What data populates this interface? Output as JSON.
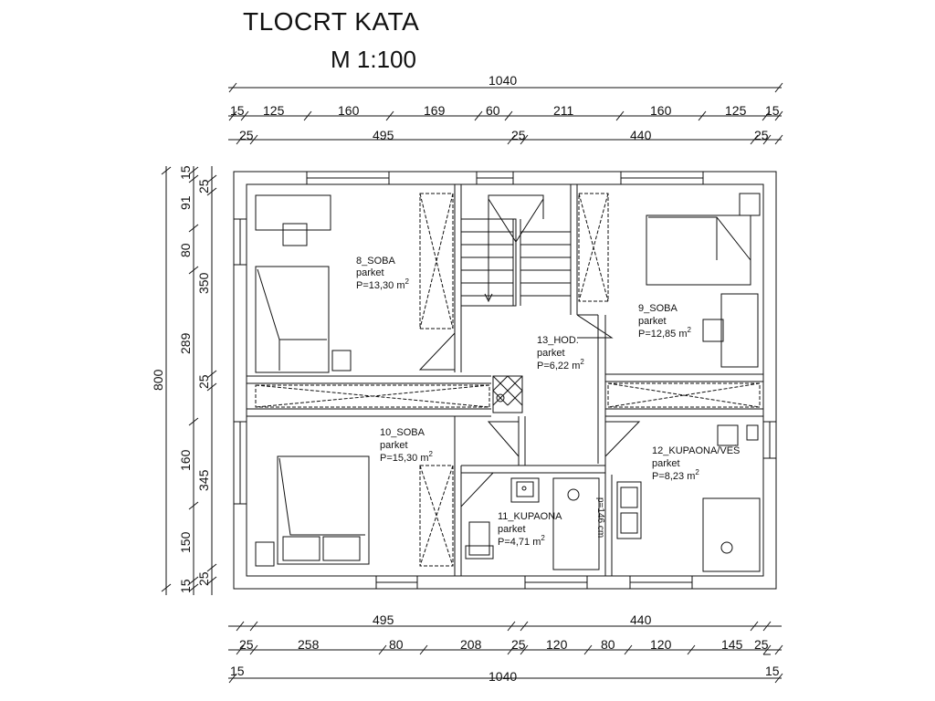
{
  "title": "TLOCRT KATA",
  "scale": "M 1:100",
  "dims": {
    "top_total": "1040",
    "top_row2": [
      "15",
      "125",
      "160",
      "169",
      "60",
      "211",
      "160",
      "125",
      "15"
    ],
    "top_row3": [
      "25",
      "495",
      "25",
      "440",
      "25"
    ],
    "bottom_row1": [
      "495",
      "440"
    ],
    "bottom_row2": [
      "25",
      "258",
      "80",
      "208",
      "25",
      "120",
      "80",
      "120",
      "145",
      "25"
    ],
    "bottom_total": "1040",
    "bottom_ends": [
      "15",
      "15"
    ],
    "left_total": "800",
    "left_outer": [
      "15",
      "91",
      "80",
      "289",
      "160",
      "150",
      "15"
    ],
    "left_inner": [
      "25",
      "350",
      "25",
      "345",
      "25"
    ]
  },
  "rooms": [
    {
      "id": "8",
      "name": "8_SOBA",
      "floor": "parket",
      "area": "P=13,30 m",
      "sup": "2"
    },
    {
      "id": "9",
      "name": "9_SOBA",
      "floor": "parket",
      "area": "P=12,85 m",
      "sup": "2"
    },
    {
      "id": "13",
      "name": "13_HOD.",
      "floor": "parket",
      "area": "P=6,22 m",
      "sup": "2"
    },
    {
      "id": "10",
      "name": "10_SOBA",
      "floor": "parket",
      "area": "P=15,30 m",
      "sup": "2"
    },
    {
      "id": "12",
      "name": "12_KUPAONA/VEŠ",
      "floor": "parket",
      "area": "P=8,23 m",
      "sup": "2"
    },
    {
      "id": "11",
      "name": "11_KUPAONA",
      "floor": "parket",
      "area": "P=4,71 m",
      "sup": "2"
    }
  ],
  "annotation": "p=146 cm"
}
